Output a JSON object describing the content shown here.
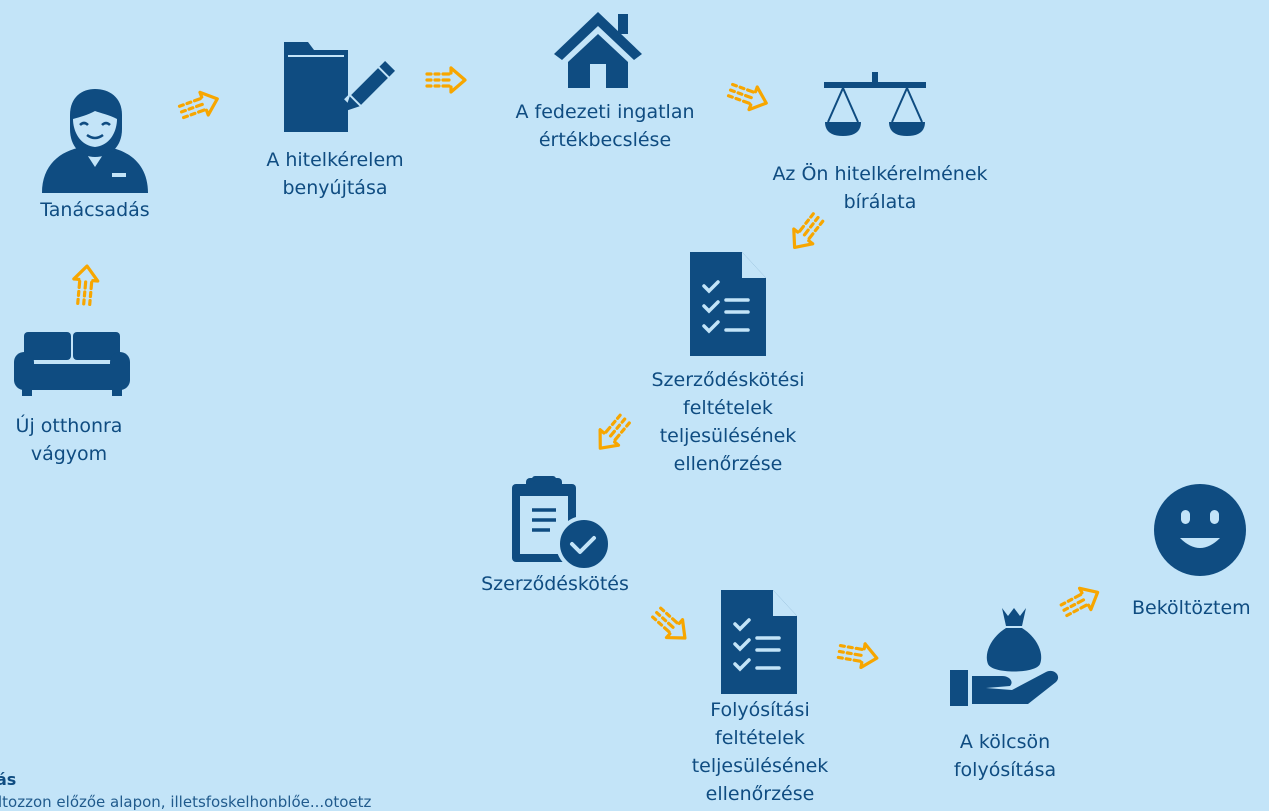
{
  "steps": [
    {
      "id": "new-home",
      "icon": "sofa-icon",
      "lines": [
        "Új otthonra",
        "vágyom"
      ]
    },
    {
      "id": "consulting",
      "icon": "advisor-person-icon",
      "lines": [
        "Tanácsadás"
      ]
    },
    {
      "id": "application",
      "icon": "folder-pencil-icon",
      "lines": [
        "A hitelkérelem",
        "benyújtása"
      ]
    },
    {
      "id": "valuation",
      "icon": "house-icon",
      "lines": [
        "A fedezeti ingatlan",
        "értékbecslése"
      ]
    },
    {
      "id": "assessment",
      "icon": "scales-icon",
      "lines": [
        "Az Ön hitelkérelmének",
        "bírálata"
      ]
    },
    {
      "id": "contract-conditions",
      "icon": "checklist-document-icon",
      "lines": [
        "Szerződéskötési",
        "feltételek",
        "teljesülésének",
        "ellenőrzése"
      ]
    },
    {
      "id": "contracting",
      "icon": "clipboard-check-icon",
      "lines": [
        "Szerződéskötés"
      ]
    },
    {
      "id": "disbursement-conditions",
      "icon": "checklist-document-icon",
      "lines": [
        "Folyósítási",
        "feltételek",
        "teljesülésének",
        "ellenőrzése"
      ]
    },
    {
      "id": "disbursement",
      "icon": "money-bag-hand-icon",
      "lines": [
        "A kölcsön",
        "folyósítása"
      ]
    },
    {
      "id": "moved-in",
      "icon": "smiley-face-icon",
      "lines": [
        "Beköltöztem"
      ]
    }
  ],
  "footnote": {
    "title": "ás",
    "text": "ltozzon előzőe alapon, illetsfoskelhonblőe...otoetz"
  },
  "colors": {
    "background": "#c3e4f8",
    "icon": "#0f4c81",
    "arrow": "#f7a600",
    "text": "#0f4c81"
  }
}
